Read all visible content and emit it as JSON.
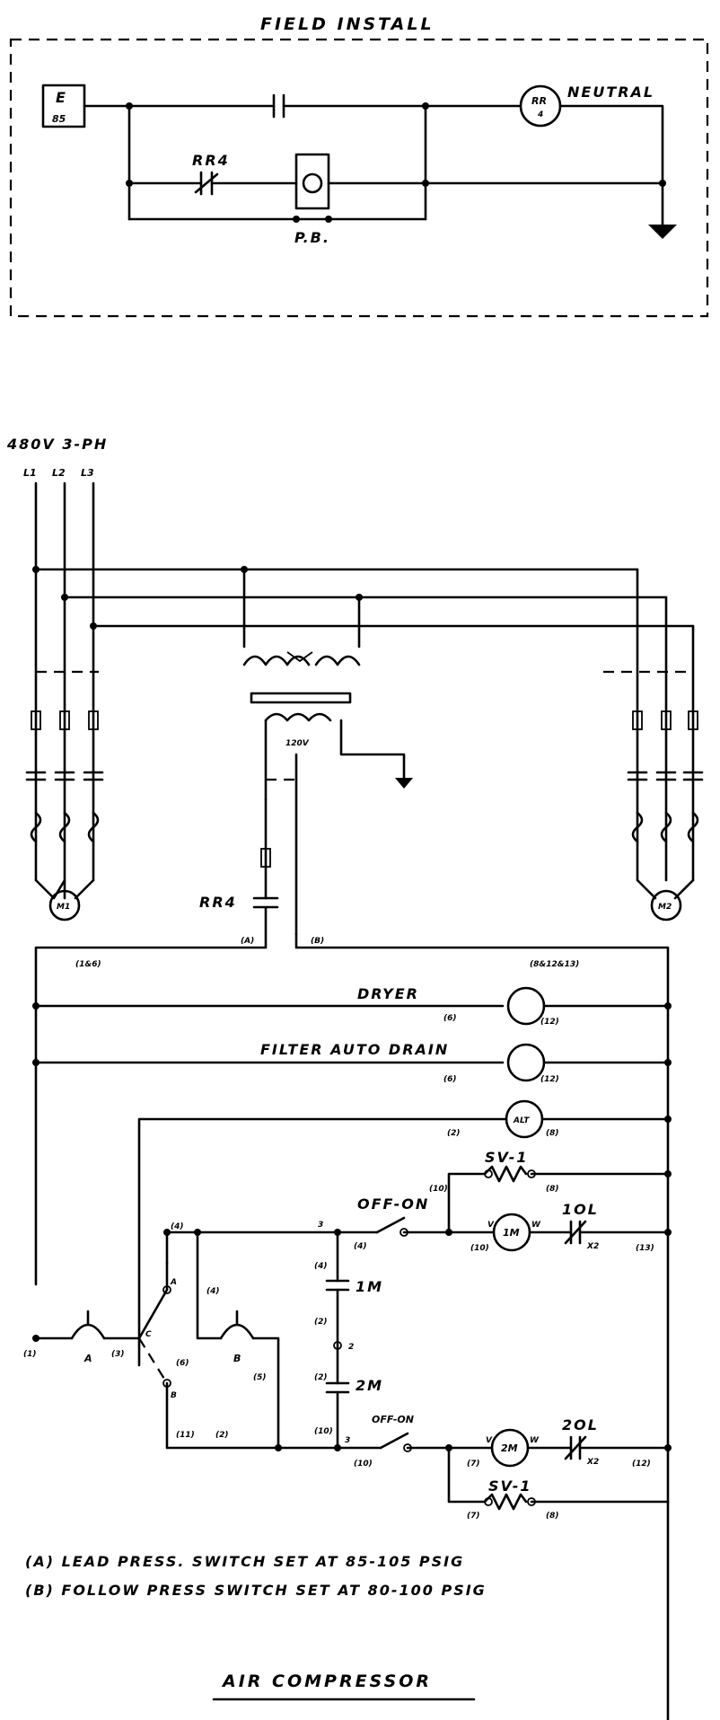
{
  "field_install": {
    "title": "FIELD INSTALL",
    "e_box_line1": "E",
    "e_box_line2": "85",
    "relay_coil": "RR",
    "relay_coil_num": "4",
    "neutral": "NEUTRAL",
    "contact_label": "RR4",
    "pushbutton": "P.B."
  },
  "supply": {
    "voltage": "480V 3-PH",
    "l1": "L1",
    "l2": "L2",
    "l3": "L3",
    "xfmr_secondary": "120V",
    "motor1": "M1",
    "motor2": "M2",
    "rr4": "RR4",
    "wire_a": "(A)",
    "wire_b": "(B)"
  },
  "control": {
    "left_bus_wires": "(1&6)",
    "right_bus_wires": "(8&12&13)",
    "dryer": "DRYER",
    "dryer_w1": "(6)",
    "dryer_w2": "(12)",
    "filter": "FILTER AUTO DRAIN",
    "filter_w1": "(6)",
    "filter_w2": "(12)",
    "alt": "ALT",
    "alt_w1": "(2)",
    "alt_w2": "(8)",
    "sv1_top": "SV-1",
    "sv1_bottom": "SV-1",
    "off_on_top": "OFF-ON",
    "off_on_bottom": "OFF-ON",
    "m1_coil": "1M",
    "m2_coil": "2M",
    "ol1": "1OL",
    "ol2": "2OL",
    "x2_top": "X2",
    "x2_bottom": "X2",
    "m1_contact": "1M",
    "m2_contact": "2M",
    "w4a": "(4)",
    "w4b": "(4)",
    "w4c": "(4)",
    "w4d": "(4)",
    "w2a": "(2)",
    "w2b": "(2)",
    "w2c": "(2)",
    "w1": "(1)",
    "w3": "(3)",
    "w5": "(5)",
    "w6": "(6)",
    "w7a": "(7)",
    "w7b": "(7)",
    "w8": "(8)",
    "w10a": "(10)",
    "w10b": "(10)",
    "w10c": "(10)",
    "w10d": "(10)",
    "w11": "(11)",
    "w12": "(12)",
    "w13": "(13)",
    "node3a": "3",
    "node3b": "3",
    "node2": "2",
    "sw_a": "A",
    "sw_b": "B",
    "sw_c": "C",
    "sel_a": "A",
    "sel_b": "B",
    "v1": "V",
    "w1n": "W",
    "v2": "V",
    "w2n": "W"
  },
  "notes": {
    "note_a": "(A)  LEAD PRESS. SWITCH SET AT 85-105 PSIG",
    "note_b": "(B)  FOLLOW PRESS SWITCH SET AT 80-100 PSIG"
  },
  "title": "AIR COMPRESSOR"
}
